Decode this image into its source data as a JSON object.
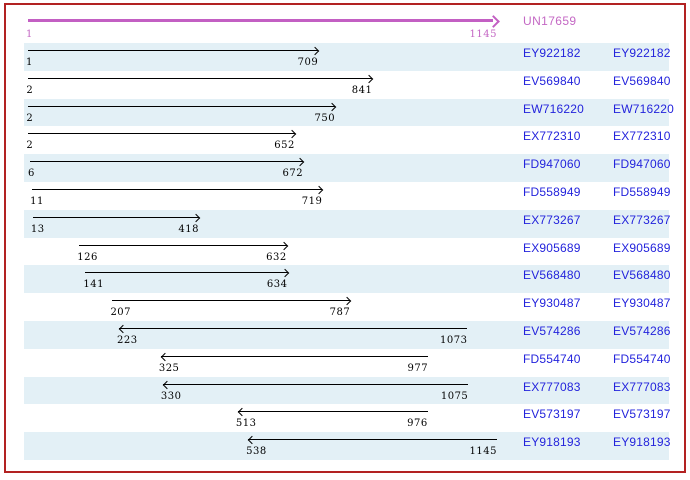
{
  "colors": {
    "frame_border": "#b22222",
    "row_band": "#e3f0f6",
    "link_color": "#2323dc",
    "number_color": "#000000",
    "arrow_color": "#000000",
    "reference_color": "#c35fc3",
    "reference_text_color": "#c468c4"
  },
  "chart_data": {
    "type": "bar",
    "subtype": "sequence-alignment-ranges",
    "orientation": "horizontal",
    "grid": false,
    "legend": false,
    "axis_range": [
      1,
      1145
    ],
    "label_columns": 2,
    "reference": {
      "label": "UN17659",
      "start": 1,
      "end": 1145,
      "strand": "forward"
    },
    "series": [
      {
        "name": "EY922182",
        "start": 1,
        "end": 709,
        "strand": "forward"
      },
      {
        "name": "EV569840",
        "start": 2,
        "end": 841,
        "strand": "forward"
      },
      {
        "name": "EW716220",
        "start": 2,
        "end": 750,
        "strand": "forward"
      },
      {
        "name": "EX772310",
        "start": 2,
        "end": 652,
        "strand": "forward"
      },
      {
        "name": "FD947060",
        "start": 6,
        "end": 672,
        "strand": "forward"
      },
      {
        "name": "FD558949",
        "start": 11,
        "end": 719,
        "strand": "forward"
      },
      {
        "name": "EX773267",
        "start": 13,
        "end": 418,
        "strand": "forward"
      },
      {
        "name": "EX905689",
        "start": 126,
        "end": 632,
        "strand": "forward"
      },
      {
        "name": "EV568480",
        "start": 141,
        "end": 634,
        "strand": "forward"
      },
      {
        "name": "EY930487",
        "start": 207,
        "end": 787,
        "strand": "forward"
      },
      {
        "name": "EV574286",
        "start": 223,
        "end": 1073,
        "strand": "reverse"
      },
      {
        "name": "FD554740",
        "start": 325,
        "end": 977,
        "strand": "reverse"
      },
      {
        "name": "EX777083",
        "start": 330,
        "end": 1075,
        "strand": "reverse"
      },
      {
        "name": "EV573197",
        "start": 513,
        "end": 976,
        "strand": "reverse"
      },
      {
        "name": "EY918193",
        "start": 538,
        "end": 1145,
        "strand": "reverse"
      }
    ]
  }
}
